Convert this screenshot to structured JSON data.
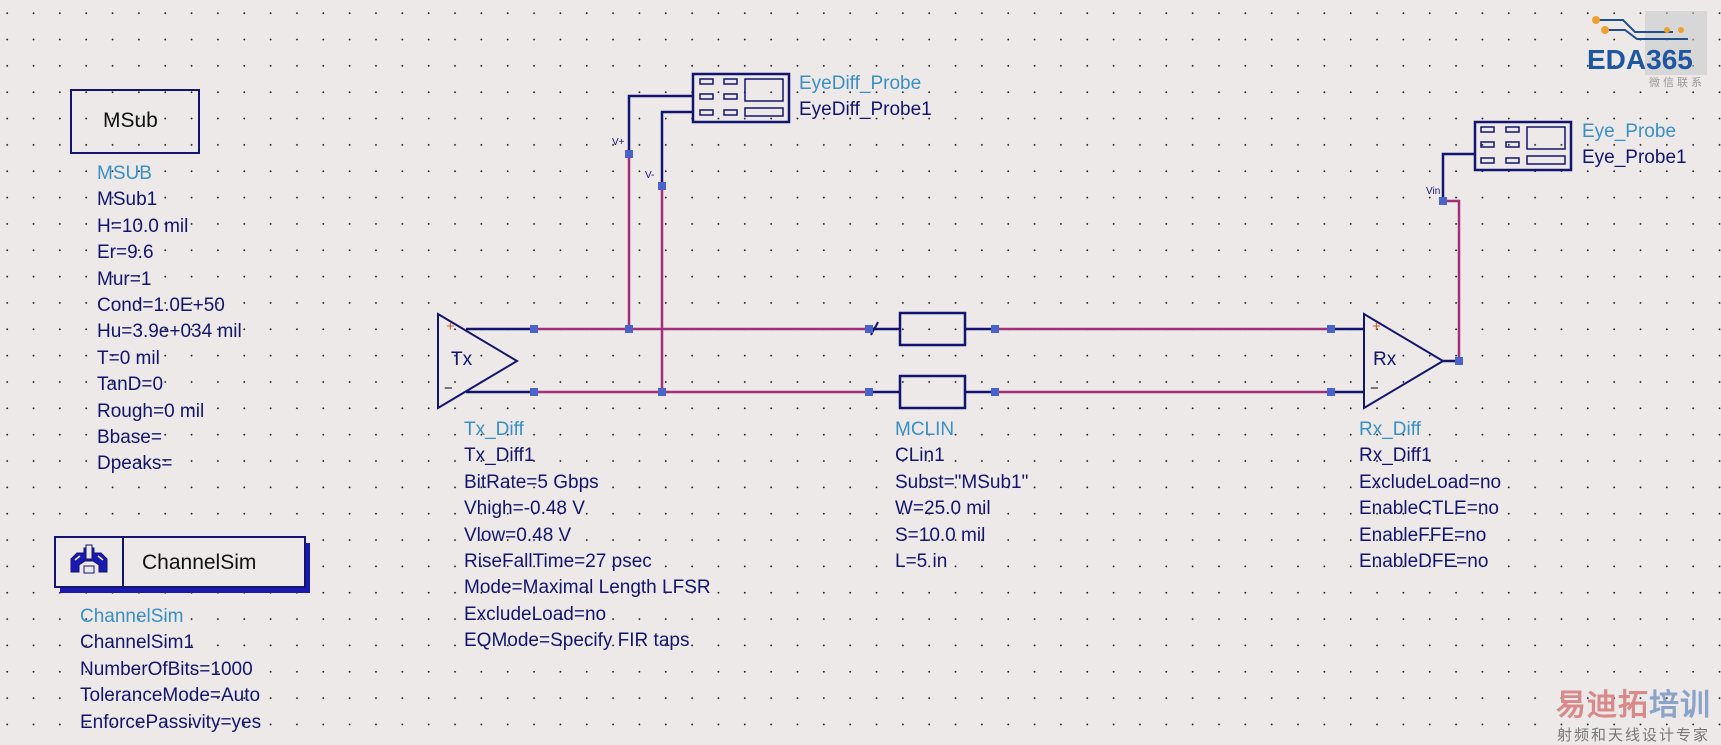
{
  "components": {
    "msub": {
      "box_label": "MSub",
      "type": "MSUB",
      "instance": "MSub1",
      "params": [
        "H=10.0 mil",
        "Er=9.6",
        "Mur=1",
        "Cond=1.0E+50",
        "Hu=3.9e+034 mil",
        "T=0 mil",
        "TanD=0",
        "Rough=0 mil",
        "Bbase=",
        "Dpeaks="
      ]
    },
    "channelsim": {
      "box_label": "ChannelSim",
      "icon": "gear-icon",
      "type": "ChannelSim",
      "instance": "ChannelSim1",
      "params": [
        "NumberOfBits=1000",
        "ToleranceMode=Auto",
        "EnforcePassivity=yes"
      ]
    },
    "tx": {
      "symbol_label": "Tx",
      "plus": "+",
      "minus": "−",
      "type": "Tx_Diff",
      "instance": "Tx_Diff1",
      "params": [
        "BitRate=5 Gbps",
        "Vhigh=-0.48 V",
        "Vlow=0.48 V",
        "RiseFallTime=27 psec",
        "Mode=Maximal Length LFSR",
        "ExcludeLoad=no",
        "EQMode=Specify FIR taps"
      ]
    },
    "mclin": {
      "type": "MCLIN",
      "instance": "CLin1",
      "params": [
        "Subst=\"MSub1\"",
        "W=25.0 mil",
        "S=10.0 mil",
        "L=5 in"
      ]
    },
    "rx": {
      "symbol_label": "Rx",
      "plus": "+",
      "minus": "−",
      "type": "Rx_Diff",
      "instance": "Rx_Diff1",
      "params": [
        "ExcludeLoad=no",
        "EnableCTLE=no",
        "EnableFFE=no",
        "EnableDFE=no"
      ]
    },
    "eyediff_probe": {
      "type": "EyeDiff_Probe",
      "instance": "EyeDiff_Probe1",
      "pin_plus": "V+",
      "pin_minus": "V-"
    },
    "eye_probe": {
      "type": "Eye_Probe",
      "instance": "Eye_Probe1",
      "pin": "Vin"
    }
  },
  "colors": {
    "background": "#ece9e8",
    "symbol": "#14146e",
    "wire": "#a0307a",
    "pin": "#4a63c8",
    "type_text": "#3a8fc4",
    "plus_sign": "#d06020"
  },
  "watermark": {
    "logo_text": "EDA365",
    "qr_caption": "微信联系",
    "brand_red": "易迪拓",
    "brand_blue": "培训",
    "tagline": "射频和天线设计专家"
  }
}
